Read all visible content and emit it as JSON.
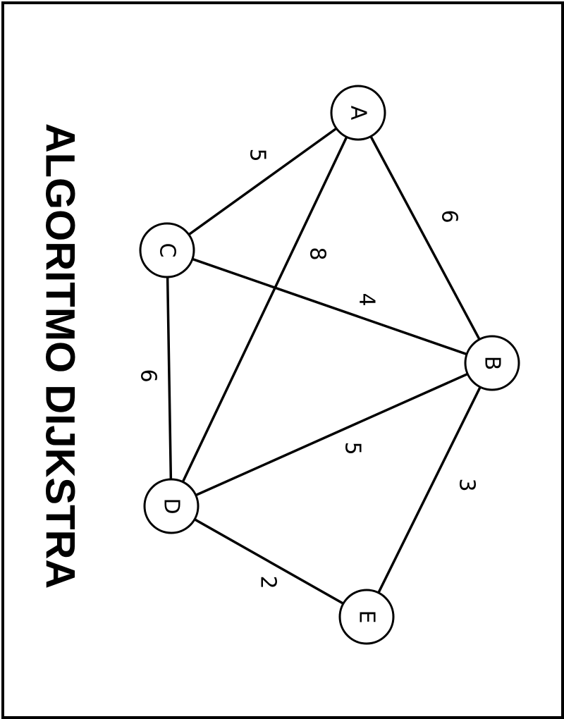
{
  "title": "ALGORITMO DIJKSTRA",
  "nodes": [
    {
      "id": "A",
      "label": "A"
    },
    {
      "id": "B",
      "label": "B"
    },
    {
      "id": "C",
      "label": "C"
    },
    {
      "id": "D",
      "label": "D"
    },
    {
      "id": "E",
      "label": "E"
    }
  ],
  "edges": [
    {
      "from": "A",
      "to": "C",
      "weight": "5"
    },
    {
      "from": "A",
      "to": "B",
      "weight": "6"
    },
    {
      "from": "A",
      "to": "D",
      "weight": "8"
    },
    {
      "from": "C",
      "to": "B",
      "weight": "4"
    },
    {
      "from": "C",
      "to": "D",
      "weight": "6"
    },
    {
      "from": "B",
      "to": "D",
      "weight": "5"
    },
    {
      "from": "B",
      "to": "E",
      "weight": "3"
    },
    {
      "from": "D",
      "to": "E",
      "weight": "2"
    }
  ],
  "colors": {
    "stroke": "#000000",
    "background": "#ffffff"
  }
}
